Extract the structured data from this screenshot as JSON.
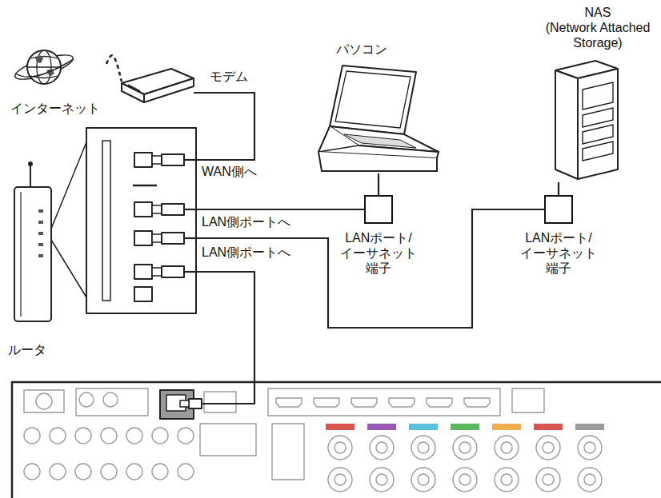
{
  "diagram": {
    "nodes": [
      {
        "text": [
          "インターネット"
        ]
      },
      {
        "text": [
          "モデム"
        ]
      },
      {
        "text": [
          "ルータ"
        ]
      },
      {
        "text": [
          "パソコン"
        ]
      },
      {
        "text": [
          "LANポート/ イーサネット 端子"
        ]
      },
      {
        "text": [
          "NAS",
          "(Network Attached Storage)"
        ]
      },
      {
        "text": [
          "LANポート/ イーサネット 端子"
        ]
      }
    ],
    "edges": [
      {
        "from": 0,
        "to": 1,
        "arrow": "none"
      },
      {
        "from": 1,
        "to": 2,
        "arrow": "none",
        "label": "WAN側へ"
      },
      {
        "from": 2,
        "to": 4,
        "arrow": "none",
        "label": "LAN側ポートへ"
      },
      {
        "from": 2,
        "to": 6,
        "arrow": "none"
      },
      {
        "from": 3,
        "to": 4,
        "arrow": "none"
      },
      {
        "from": 5,
        "to": 6,
        "arrow": "none"
      }
    ],
    "labels": [
      "LAN側ポートへ"
    ]
  }
}
